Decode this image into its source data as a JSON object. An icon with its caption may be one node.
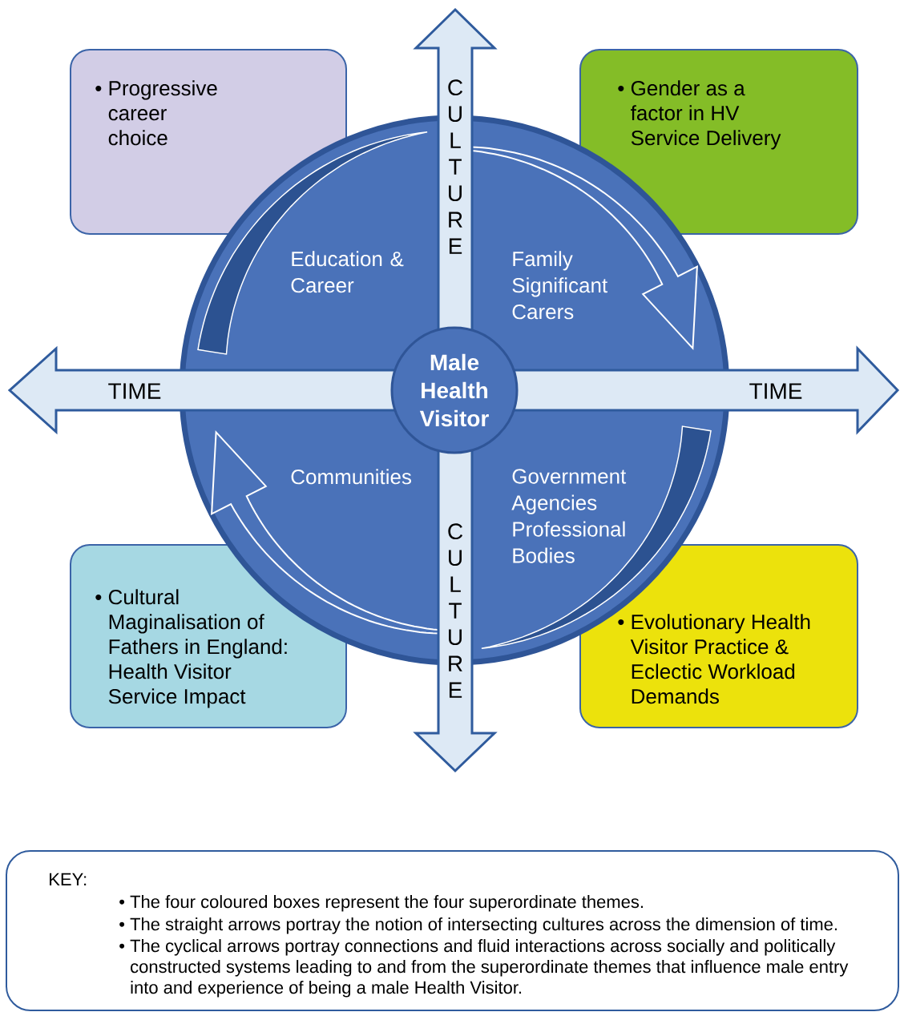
{
  "diagram": {
    "nodes": [
      {
        "text": [
          "Education & Career",
          "Family Significant Carers",
          "Communities",
          "Government Agencies Professional Bodies"
        ]
      },
      {
        "text": [
          "Male Health Visitor"
        ],
        "in": 0
      },
      {
        "text": [
          "• Progressive career choice"
        ]
      },
      {
        "text": [
          "• Gender as a factor in HV Service Delivery"
        ]
      },
      {
        "text": [
          "• Cultural Maginalisation of Fathers in England: Health Visitor Service Impact"
        ]
      },
      {
        "text": [
          "• Evolutionary Health Visitor Practice & Eclectic Workload Demands"
        ]
      },
      {
        "text": [
          "KEY:",
          "• The four coloured boxes represent the four superordinate themes.",
          "• The straight arrows portray the notion of intersecting cultures across the dimension of time.",
          "• The cyclical arrows portray connections and fluid interactions across socially and politically constructed systems leading to and from the superordinate themes that influence male entry into and experience of being a male Health Visitor."
        ]
      }
    ],
    "labels": [
      "CULTURE",
      "TIME",
      "TIME",
      "CULTURE"
    ]
  }
}
